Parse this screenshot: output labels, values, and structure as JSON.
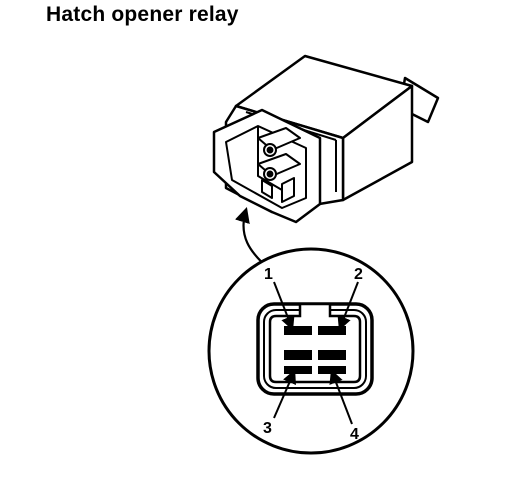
{
  "title": "Hatch opener relay",
  "pins": [
    {
      "label": "1"
    },
    {
      "label": "2"
    },
    {
      "label": "3"
    },
    {
      "label": "4"
    }
  ],
  "colors": {
    "ink": "#000000",
    "paper": "#ffffff"
  }
}
